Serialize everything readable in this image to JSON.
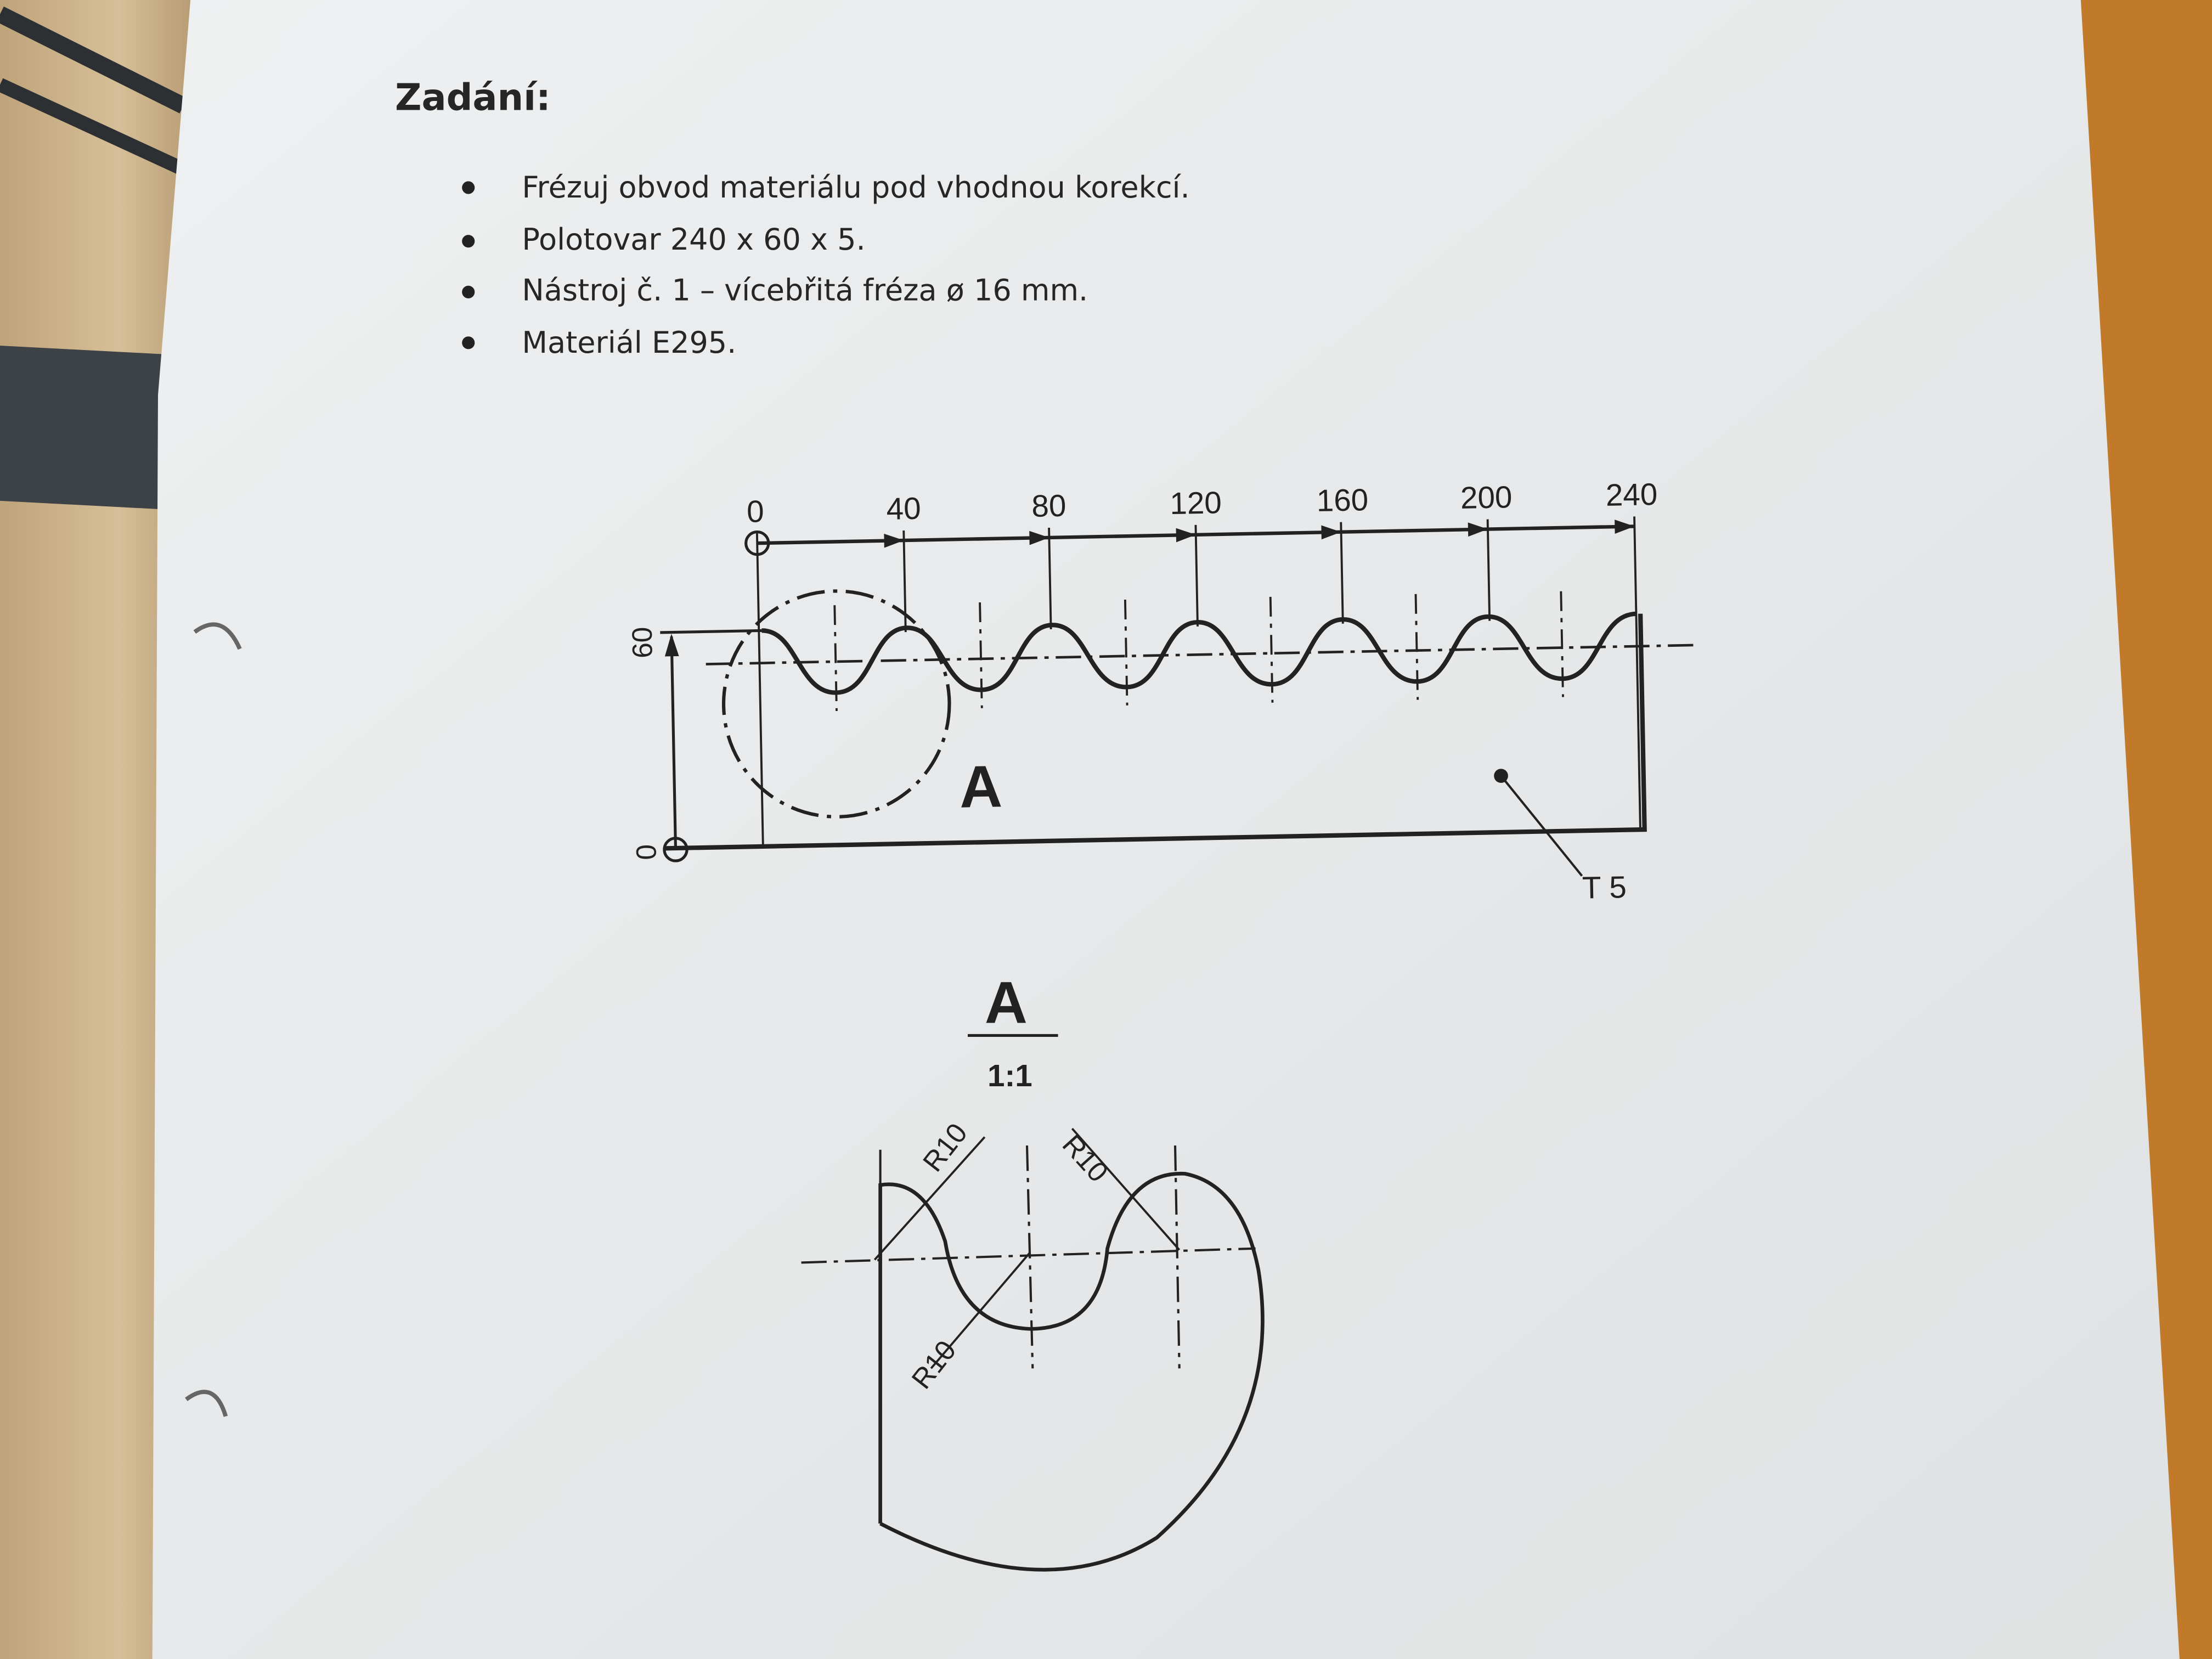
{
  "heading": "Zadání:",
  "bullets": [
    "Frézuj obvod materiálu pod vhodnou korekcí.",
    "Polotovar 240 x 60 x 5.",
    "Nástroj č. 1 – vícebřitá fréza ø 16 mm.",
    "Materiál E295."
  ],
  "drawing": {
    "x_dims": [
      "0",
      "40",
      "80",
      "120",
      "160",
      "200",
      "240"
    ],
    "y_dims": [
      "60",
      "0"
    ],
    "detail_marker": "A",
    "surface_label": "T 5"
  },
  "detail": {
    "title": "A",
    "scale": "1:1",
    "radii": [
      "R10",
      "R10",
      "R10"
    ]
  },
  "colors": {
    "paper": "#eceeef",
    "ink": "#222222",
    "wood_left": "#c9b08a",
    "wood_right": "#c07a2a"
  }
}
